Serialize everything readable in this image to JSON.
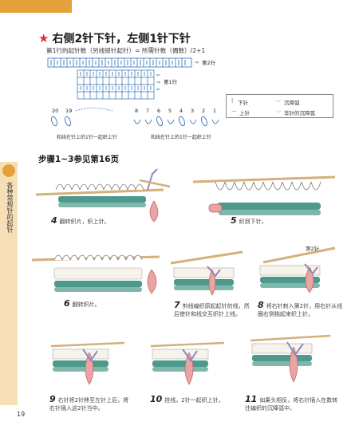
{
  "page": {
    "side_tab": "各种常规针的起针",
    "page_number": "19"
  },
  "section": {
    "title": "右侧2针下针，左侧1针下针",
    "formula": "第1行的起针数（另线锁针起针）= 所需针数（偶数）/2+1"
  },
  "chart": {
    "row2_label": "第2行",
    "row1_label": "第1行",
    "numbers_left": [
      "20",
      "19"
    ],
    "numbers_right": [
      "8",
      "7",
      "6",
      "5",
      "4",
      "3",
      "2",
      "1"
    ],
    "note_left": "和线在针上的1针一起织上针",
    "note_right": "和线在针上的1针一起织上针"
  },
  "legend": {
    "knit": "下针",
    "purl": "上针",
    "loop_float": "沉降弧",
    "nonneedle": "非针的沉降弧"
  },
  "steps_heading": "步骤1~3参见第16页",
  "steps": [
    {
      "num": "4",
      "text": "翻转织片，织上针。"
    },
    {
      "num": "5",
      "text": "织到下针。"
    },
    {
      "num": "6",
      "text": "翻转织片。"
    },
    {
      "num": "7",
      "text": "剪线编织原起起针的线，然后使针和线交互织针上线。"
    },
    {
      "num": "8",
      "text": "将右针刺入第2针，用右针从线圈右侧挑起来织上针。"
    },
    {
      "num": "9",
      "text": "右针将2针移至左针上后，将右针插入这2针当中。"
    },
    {
      "num": "10",
      "text": "挂线，2针一起织上针。"
    },
    {
      "num": "11",
      "text": "如果头相反，将右针插入在数转往编织的沉降弧中。"
    }
  ],
  "step8_marker": "第2针",
  "colors": {
    "accent_orange": "#e3a33a",
    "tab_beige": "#f6dfb6",
    "title_star": "#d9312b",
    "yarn_teal": "#4d9a8c",
    "yarn_pink": "#e9a4a4",
    "yarn_lilac": "#8f87c2",
    "needle_tan": "#d4b07a",
    "chart_blue": "#2f6fb8"
  }
}
